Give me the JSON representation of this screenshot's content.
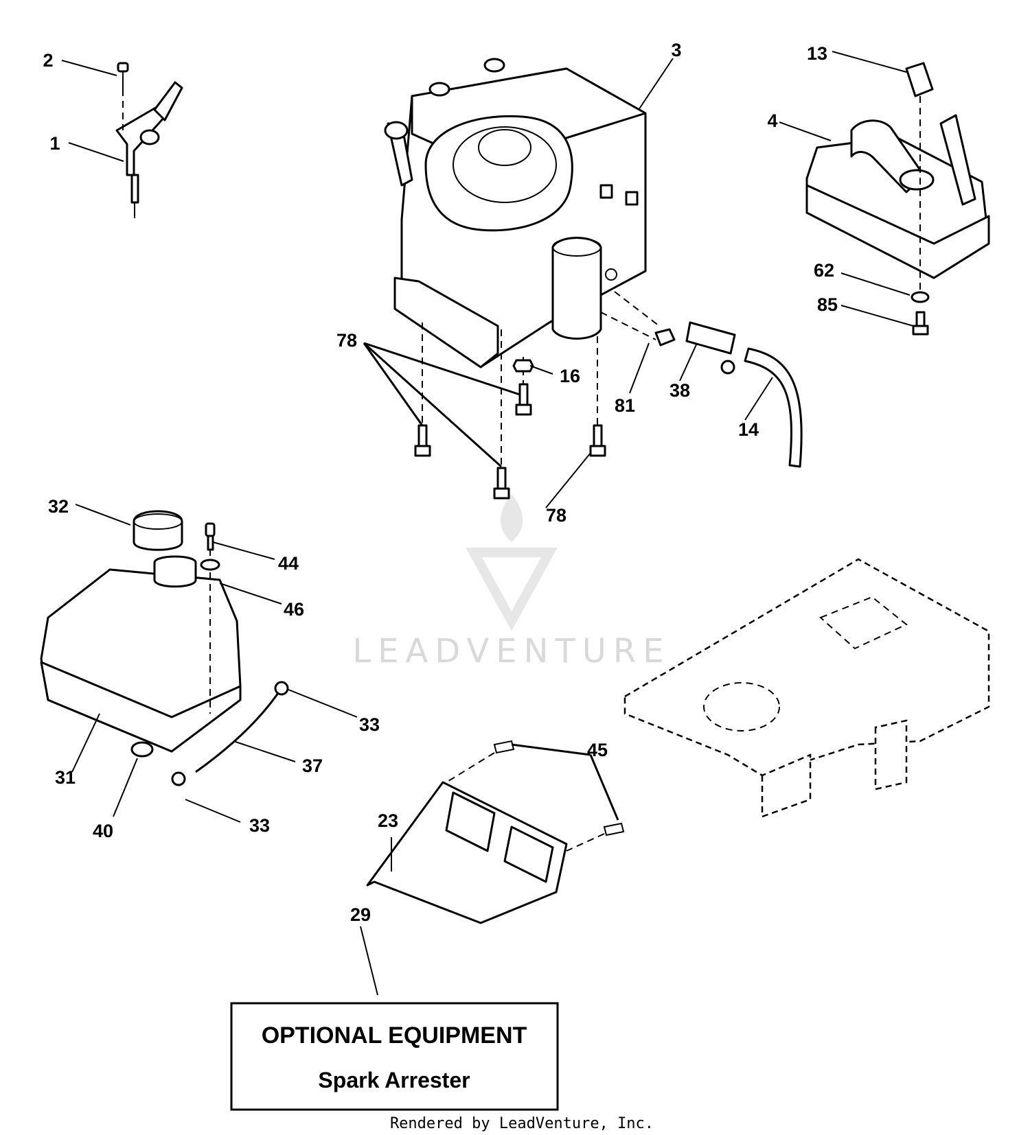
{
  "callouts": {
    "c1": "1",
    "c2": "2",
    "c3": "3",
    "c4": "4",
    "c13": "13",
    "c62": "62",
    "c85": "85",
    "c78a": "78",
    "c16": "16",
    "c81": "81",
    "c38": "38",
    "c14": "14",
    "c78b": "78",
    "c32": "32",
    "c44": "44",
    "c46": "46",
    "c33a": "33",
    "c37": "37",
    "c31": "31",
    "c40": "40",
    "c33b": "33",
    "c45": "45",
    "c23": "23",
    "c29": "29"
  },
  "optional_box": {
    "title": "OPTIONAL EQUIPMENT",
    "subtitle": "Spark Arrester"
  },
  "watermark": "LEADVENTURE",
  "footer": "Rendered by LeadVenture, Inc.",
  "colors": {
    "ink": "#000000",
    "paper": "#ffffff",
    "watermark": "#d9d9d9"
  }
}
